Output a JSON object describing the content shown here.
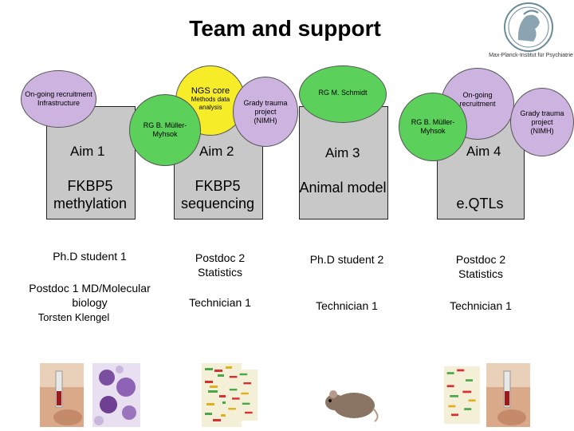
{
  "slide": {
    "title": "Team and support",
    "logo_text": "Max-Planck-Institut für Psychiatrie"
  },
  "circles": {
    "recruit_left": "On-going recruitment Infrastructure",
    "ngs_title": "NGS core",
    "ngs_sub": "Methods data analysis",
    "grady_left": "Grady trauma project (NIMH)",
    "rg_left": "RG B. Müller-Myhsok",
    "rg_schmidt": "RG M. Schmidt",
    "recruit_right": "On-going recruitment",
    "rg_right": "RG B. Müller-Myhsok",
    "grady_right": "Grady trauma project (NIMH)"
  },
  "columns": [
    {
      "aim": "Aim 1",
      "topic": "FKBP5 methylation",
      "staff": [
        "Ph.D student 1",
        "Postdoc 1 MD/Molecular biology"
      ],
      "name": "Torsten Klengel"
    },
    {
      "aim": "Aim 2",
      "topic": "FKBP5 sequencing",
      "staff": [
        "Postdoc 2 Statistics",
        "Technician 1"
      ]
    },
    {
      "aim": "Aim 3",
      "topic": "Animal model",
      "staff": [
        "Ph.D student 2",
        "Technician 1"
      ]
    },
    {
      "aim": "Aim 4",
      "topic": "e.QTLs",
      "staff": [
        "Postdoc 2 Statistics",
        "Technician 1"
      ]
    }
  ],
  "colors": {
    "purple": "#cdb3e0",
    "yellow": "#f7ec28",
    "green": "#5bd05b",
    "box": "#c8c8c8"
  }
}
